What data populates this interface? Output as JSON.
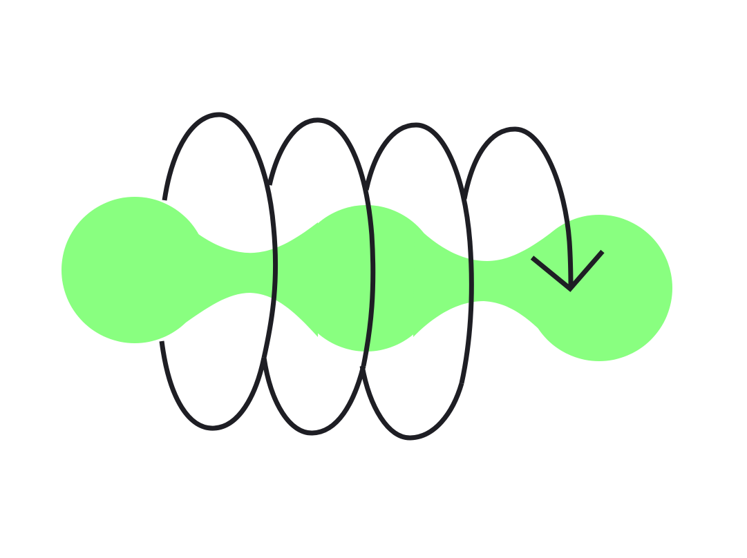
{
  "illustration": {
    "subject": "",
    "colors": {
      "background": "#ffffff",
      "blob": "#89FF80",
      "stroke": "#1E1E24"
    },
    "icons": {
      "blob": "bulb-chain-shape",
      "coil": "spiral-coil",
      "arrowhead": "arrowhead-down"
    }
  }
}
